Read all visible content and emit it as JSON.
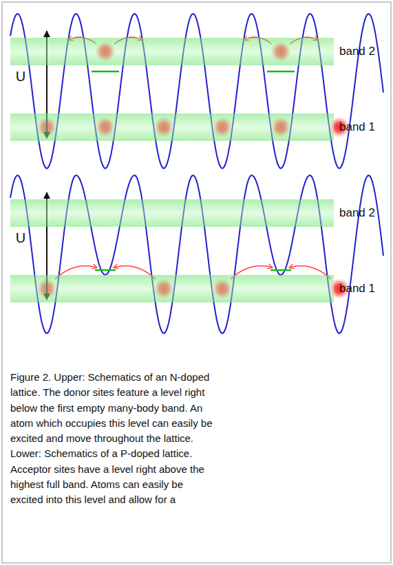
{
  "diagram": {
    "caption": "Figure 2. Upper: Schematics of an N-doped lattice. The donor sites feature a level right below the first empty many-body band. An atom which occupies this level can easily be excited and move throughout the lattice. Lower: Schematics of a P-doped lattice. Acceptor sites have a level right above the highest full band. Atoms can easily be excited into this level and allow for a",
    "nodes": [
      {
        "text": [
          "band 2"
        ]
      },
      {
        "text": [
          "band 1"
        ]
      },
      {
        "text": [
          "band 2"
        ]
      },
      {
        "text": [
          "band 1"
        ]
      }
    ],
    "edges": [
      {
        "from": 0,
        "to": 1,
        "arrow": "both",
        "label": "U"
      },
      {
        "from": 2,
        "to": 3,
        "arrow": "both",
        "label": "U"
      }
    ]
  }
}
